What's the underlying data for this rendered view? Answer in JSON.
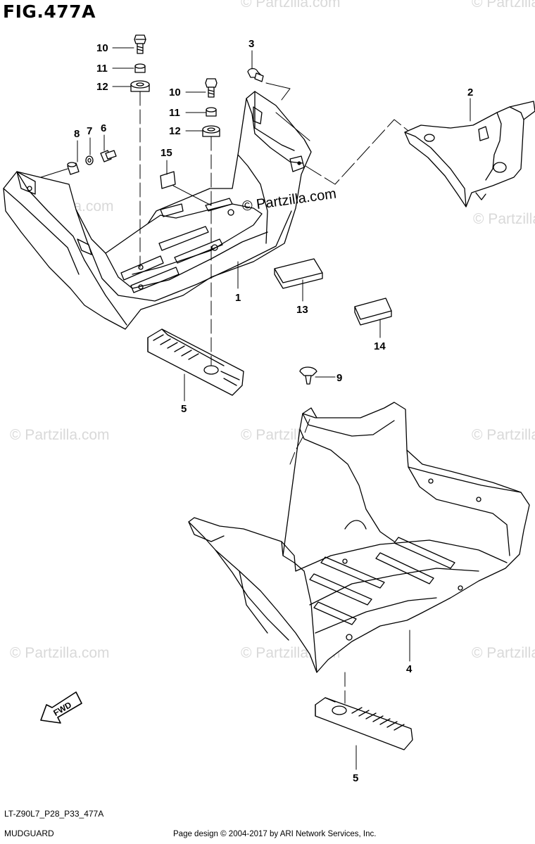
{
  "figure": {
    "title": "FIG.477A",
    "code": "LT-Z90L7_P28_P33_477A",
    "name": "MUDGUARD",
    "copyright": "Page design © 2004-2017 by ARI Network Services, Inc."
  },
  "watermark": {
    "text": "© Partzilla.com",
    "main_text": "© Partzilla.com",
    "color": "#d9d9d9"
  },
  "fwd_label": "FWD",
  "callouts": [
    {
      "id": "c10a",
      "label": "10"
    },
    {
      "id": "c11a",
      "label": "11"
    },
    {
      "id": "c12a",
      "label": "12"
    },
    {
      "id": "c10b",
      "label": "10"
    },
    {
      "id": "c11b",
      "label": "11"
    },
    {
      "id": "c12b",
      "label": "12"
    },
    {
      "id": "c3",
      "label": "3"
    },
    {
      "id": "c2",
      "label": "2"
    },
    {
      "id": "c8",
      "label": "8"
    },
    {
      "id": "c7",
      "label": "7"
    },
    {
      "id": "c6",
      "label": "6"
    },
    {
      "id": "c15",
      "label": "15"
    },
    {
      "id": "c1",
      "label": "1"
    },
    {
      "id": "c13",
      "label": "13"
    },
    {
      "id": "c14",
      "label": "14"
    },
    {
      "id": "c5a",
      "label": "5"
    },
    {
      "id": "c9",
      "label": "9"
    },
    {
      "id": "c4",
      "label": "4"
    },
    {
      "id": "c5b",
      "label": "5"
    }
  ]
}
